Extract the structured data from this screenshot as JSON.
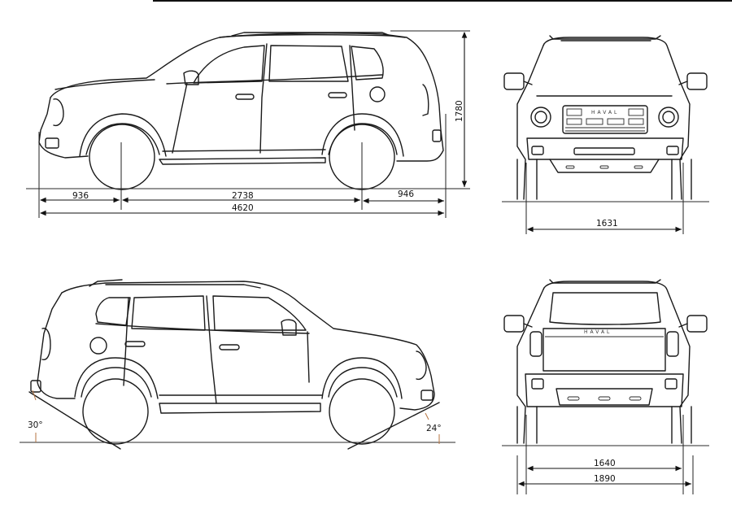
{
  "diagram": {
    "type": "vehicle-dimension-drawing",
    "views": {
      "side_top": {
        "label": "side-view-left",
        "dimensions": {
          "front_overhang": "936",
          "wheelbase": "2738",
          "rear_overhang": "946",
          "overall_length": "4620",
          "overall_height": "1780"
        }
      },
      "front": {
        "label": "front-view",
        "badge": "HAVAL",
        "dimensions": {
          "front_track": "1631"
        }
      },
      "side_bottom": {
        "label": "side-view-right",
        "angles": {
          "departure_angle": "30°",
          "approach_angle": "24°"
        }
      },
      "rear": {
        "label": "rear-view",
        "badge": "HAVAL",
        "dimensions": {
          "rear_track": "1640",
          "overall_width": "1890"
        }
      }
    },
    "colors": {
      "line": "#1a1a1a",
      "angle_marker": "#b5733f",
      "background": "#ffffff"
    }
  }
}
